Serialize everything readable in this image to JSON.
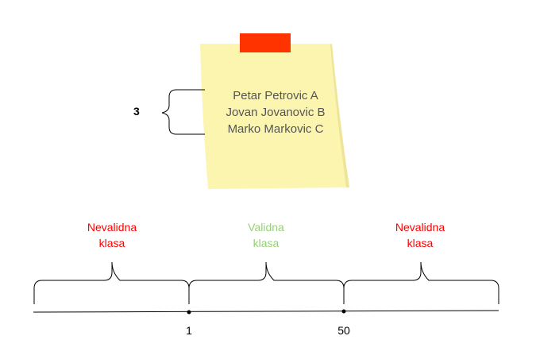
{
  "note": {
    "lines": [
      "Petar Petrovic A",
      "Jovan Jovanovic B",
      "Marko Markovic C"
    ],
    "count": "3",
    "paper_color": "#fbf5b0",
    "pin_color": "#ff3300"
  },
  "classes": [
    {
      "label_line1": "Nevalidna",
      "label_line2": "klasa",
      "color": "#ff0000"
    },
    {
      "label_line1": "Validna",
      "label_line2": "klasa",
      "color": "#97d077"
    },
    {
      "label_line1": "Nevalidna",
      "label_line2": "klasa",
      "color": "#ff0000"
    }
  ],
  "axis": {
    "boundary_1": "1",
    "boundary_2": "50"
  }
}
